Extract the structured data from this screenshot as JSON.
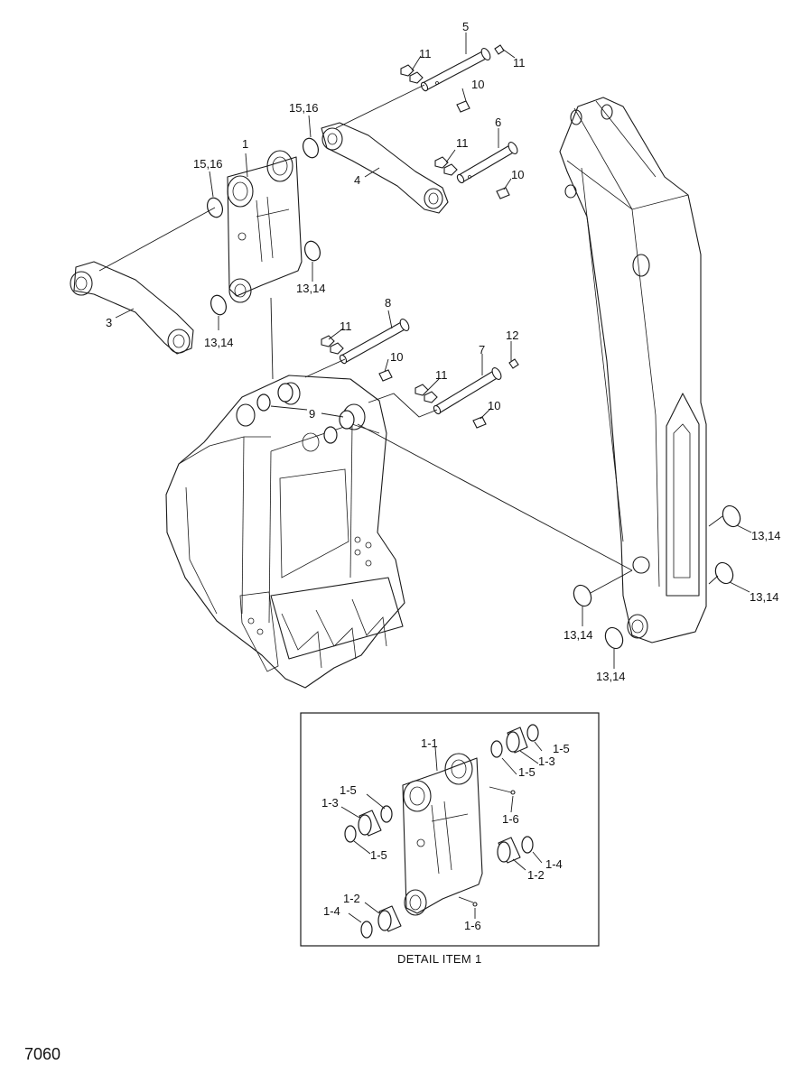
{
  "labels": {
    "p1": "1",
    "p3": "3",
    "p4": "4",
    "p5": "5",
    "p6": "6",
    "p7": "7",
    "p8": "8",
    "p9": "9",
    "p10": "10",
    "p11": "11",
    "p12": "12",
    "p13_14": "13,14",
    "p15_16": "15,16",
    "d1_1": "1-1",
    "d1_2": "1-2",
    "d1_3": "1-3",
    "d1_4": "1-4",
    "d1_5": "1-5",
    "d1_6": "1-6"
  },
  "detail_caption": "DETAIL ITEM 1",
  "page_code": "7060"
}
